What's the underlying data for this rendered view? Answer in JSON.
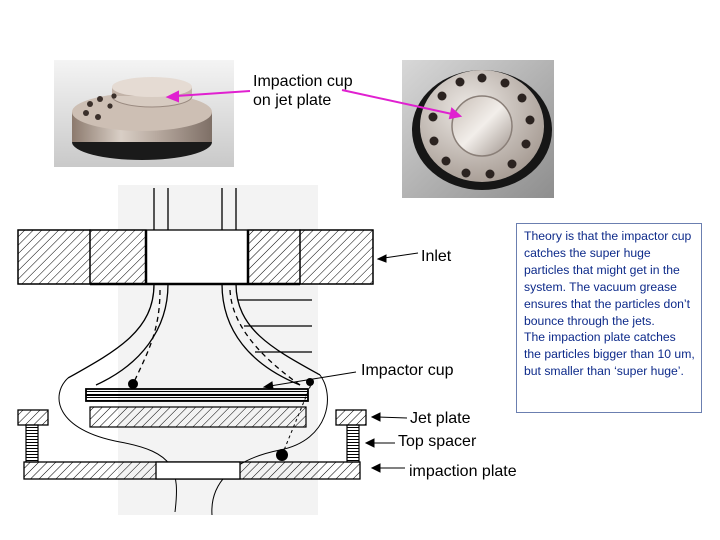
{
  "labels": {
    "impaction_cup_on_jet_plate": "Impaction cup\non jet plate",
    "inlet": "Inlet",
    "impactor_cup": "Impactor cup",
    "jet_plate": "Jet plate",
    "top_spacer": "Top spacer",
    "impaction_plate": "impaction plate"
  },
  "theory_note": "Theory is that the impactor cup catches the super huge particles that might get in the system.  The vacuum grease ensures that the particles don’t bounce through the jets.\nThe impaction plate catches the particles bigger than 10 um, but smaller than ‘super huge’.",
  "colors": {
    "magenta_pointer": "#e020d0",
    "note_text": "#0d2a8a",
    "note_border": "#6b7fb0"
  }
}
